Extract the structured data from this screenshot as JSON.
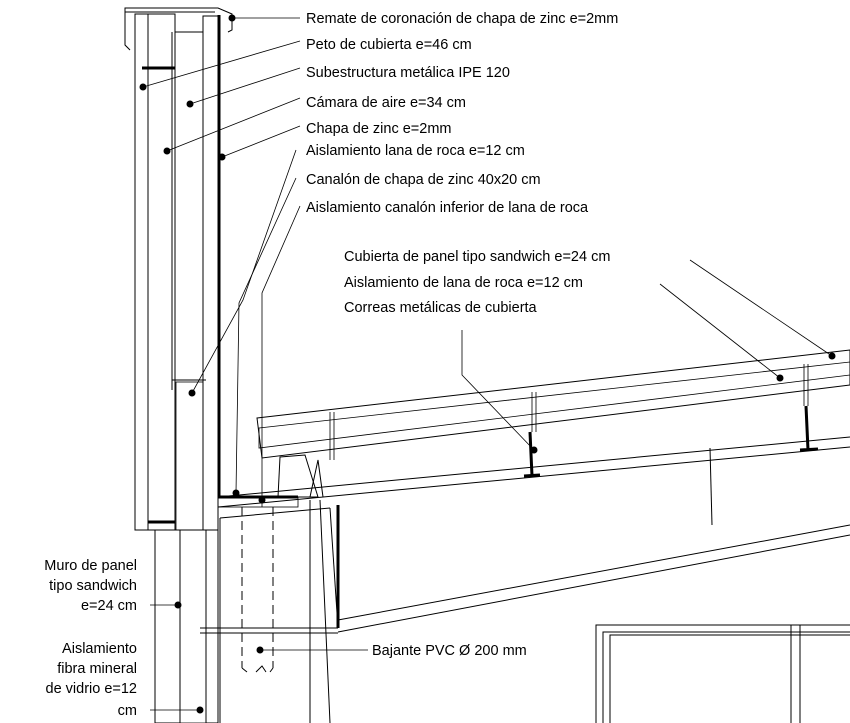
{
  "labels": {
    "remate": "Remate de coronación de chapa de zinc e=2mm",
    "peto": "Peto de cubierta e=46 cm",
    "subestructura": "Subestructura  metálica IPE 120",
    "camara": "Cámara de aire e=34 cm",
    "chapa": "Chapa de zinc e=2mm",
    "aislamiento_lana": "Aislamiento lana de roca e=12 cm",
    "canalon": "Canalón de chapa de zinc 40x20 cm",
    "aislamiento_canalon": "Aislamiento canalón inferior de lana de roca",
    "cubierta_panel": "Cubierta de panel tipo  sandwich e=24 cm",
    "aislamiento_cubierta": "Aislamiento  de lana de roca e=12 cm",
    "correas": "Correas metálicas de cubierta",
    "bajante": "Bajante PVC Ø 200 mm",
    "muro": [
      "Muro de panel",
      "tipo sandwich",
      "e=24 cm"
    ],
    "aislamiento_fibra": [
      "Aislamiento",
      "fibra mineral",
      "de vidrio e=12",
      "cm"
    ]
  },
  "colors": {
    "line": "#000000",
    "insulation": "#d9d9d9"
  }
}
